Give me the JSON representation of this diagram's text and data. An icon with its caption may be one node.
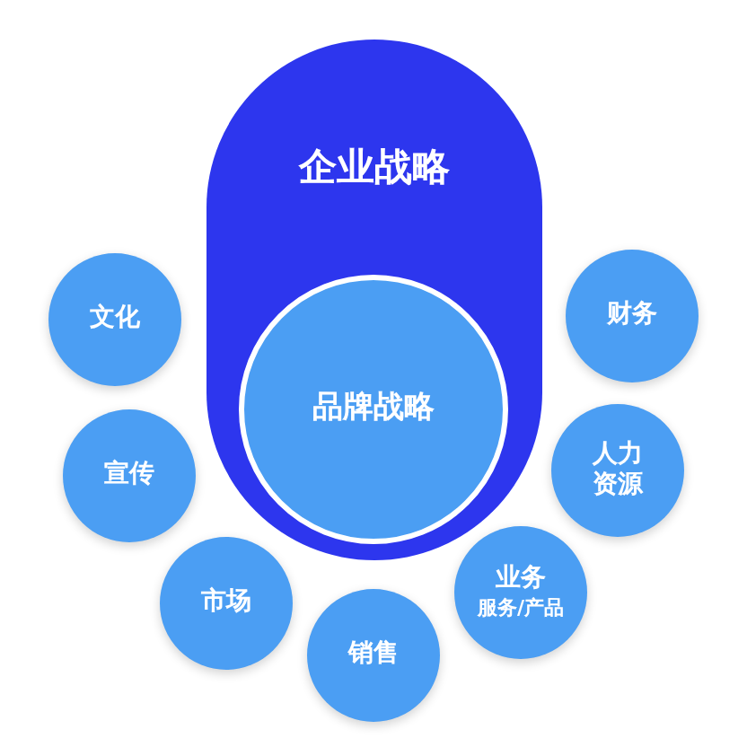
{
  "diagram": {
    "nodes": [
      {
        "text": [
          "企业战略"
        ]
      },
      {
        "text": [
          "品牌战略"
        ],
        "in": 0
      },
      {
        "text": [
          "文化"
        ]
      },
      {
        "text": [
          "财务"
        ]
      },
      {
        "text": [
          "宣传"
        ]
      },
      {
        "text": [
          "人力资源"
        ]
      },
      {
        "text": [
          "市场"
        ]
      },
      {
        "text": [
          "业务",
          "服务/产品"
        ]
      },
      {
        "text": [
          "销售"
        ]
      }
    ]
  }
}
